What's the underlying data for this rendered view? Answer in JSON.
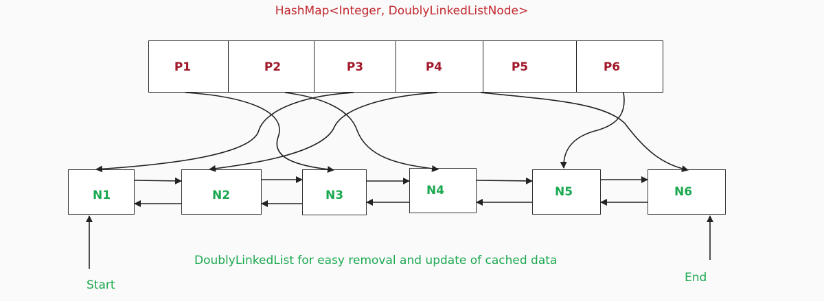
{
  "title": "HashMap<Integer, DoublyLinkedListNode>",
  "hashmap_cells": [
    {
      "label": "P1"
    },
    {
      "label": "P2"
    },
    {
      "label": "P3"
    },
    {
      "label": "P4"
    },
    {
      "label": "P5"
    },
    {
      "label": "P6"
    }
  ],
  "list_nodes": [
    {
      "label": "N1"
    },
    {
      "label": "N2"
    },
    {
      "label": "N3"
    },
    {
      "label": "N4"
    },
    {
      "label": "N5"
    },
    {
      "label": "N6"
    }
  ],
  "caption": "DoublyLinkedList for easy removal and update of cached data",
  "start_label": "Start",
  "end_label": "End",
  "colors": {
    "title": "#c0262d",
    "cell_label": "#a1192a",
    "node_label": "#1aa84f",
    "caption": "#1aa84f",
    "line": "#222222"
  }
}
